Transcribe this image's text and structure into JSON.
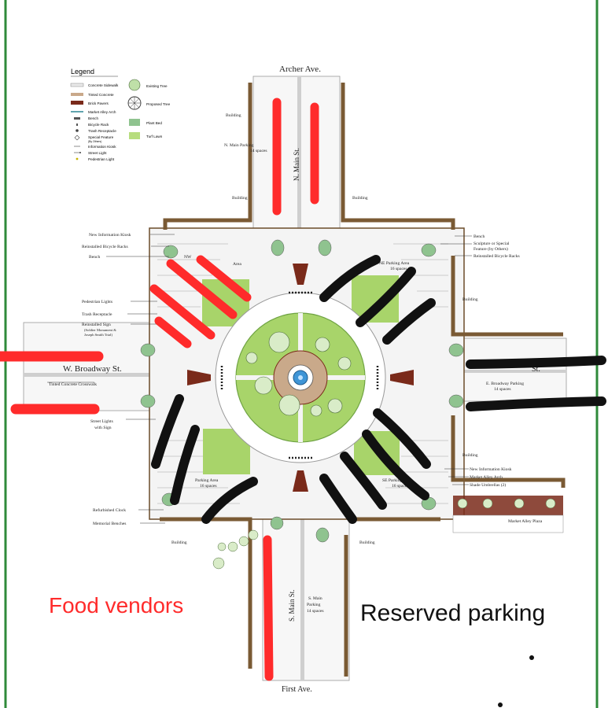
{
  "legend": {
    "title": "Legend",
    "items_left": [
      "Concrete Sidewalk",
      "Tinted Concrete",
      "Brick Pavers",
      "Market Alley Arch",
      "Bench",
      "Bicycle Rack",
      "Trash Receptacle",
      "Special Feature",
      "(By Others)",
      "Information Kiosk",
      "Street Light",
      "Pedestrian Light"
    ],
    "items_right": [
      "Existing Tree",
      "Proposed Tree",
      "Plant Bed",
      "Turf Lawn"
    ]
  },
  "streets": {
    "north": "Archer Ave.",
    "south": "First Ave.",
    "west": "W. Broadway St.",
    "east": "E. Broadway Parking",
    "east_spaces": "14 spaces",
    "east_partial": "St.",
    "n_main": "N. Main St.",
    "s_main": "S. Main St."
  },
  "parking": {
    "n_main": "N. Main Parking",
    "n_main_spaces": "14 spaces",
    "s_main": "S. Main",
    "s_main_2": "Parking",
    "s_main_spaces": "14 spaces",
    "nw": "NW",
    "nw_2": "Area",
    "ne": "NE Parking Area",
    "ne_spaces": "16 spaces",
    "sw": "Parking Area",
    "sw_spaces": "16 spaces",
    "se": "SE Parking Area",
    "se_spaces": "16 spaces"
  },
  "labels": {
    "building": "Building",
    "new_info_kiosk": "New Information Kiosk",
    "bicycle_racks": "Reinstalled Bicycle Racks",
    "bench": "Bench",
    "pedestrian_lights": "Pedestrian Lights",
    "trash": "Trash Receptacle",
    "sign": "Reinstalled Sign",
    "sign_2": "(Soldier Monument &",
    "sign_3": "Joseph Smith Trial)",
    "crosswalk": "Tinted Concrete Crosswalk",
    "street_lights": "Street Lights",
    "street_lights_2": "with Sign",
    "clock": "Refurbished Clock",
    "memorial": "Memorial Benches",
    "r_bench": "Bench",
    "r_sculpture": "Sculpture or Special",
    "r_feature": "Feature (by Others)",
    "r_bike": "Reinstalled Bicycle Racks",
    "r_kiosk": "New Information Kiosk",
    "r_arch": "Market Alley Arch",
    "r_umbrellas": "Shade Umbrellas (2)",
    "r_plaza": "Market Alley Plaza"
  },
  "annotations": {
    "food_vendors": "Food vendors",
    "reserved_parking": "Reserved parking"
  },
  "colors": {
    "border_green": "#2f8a3a",
    "food_red": "#ff2b2b",
    "reserved_black": "#111111",
    "lawn": "#a8d46a",
    "lawn_dark": "#8fc357",
    "building_brown": "#7a5a34",
    "brick": "#7a2a1a"
  }
}
